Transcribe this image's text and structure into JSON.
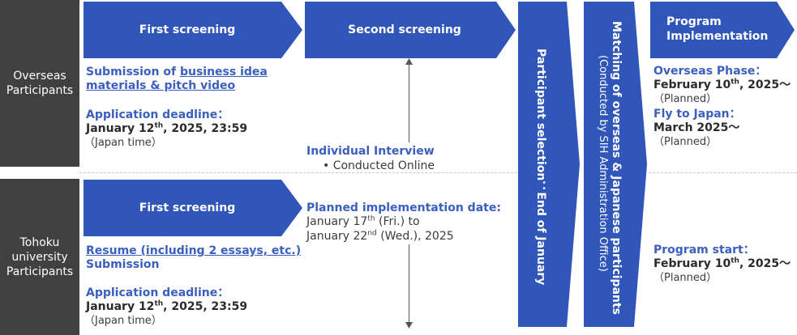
{
  "colors": {
    "blue": "#2f56b8",
    "label_bg": "#404040",
    "text_blue": "#3a5fbf"
  },
  "overseas_label": "Overseas\nParticipants",
  "tohoku_label": "Tohoku\nuniversity\nParticipants",
  "first_screening_top": "First screening",
  "first_screening_bottom": "First screening",
  "second_screening": "Second screening",
  "participant_selection": "Participant selection：End of January",
  "matching_title": "Matching of overseas & Japanese participants",
  "matching_sub": "(Conducted by SIH Administration Office)",
  "program_impl_line1": "Program",
  "program_impl_line2": "Implementation",
  "overseas": {
    "submission_prefix": "Submission of ",
    "submission_link1": "business idea",
    "submission_link2": "materials & pitch video",
    "deadline_label": "Application deadline：",
    "deadline_date_pre": "January 12",
    "deadline_date_sup": "th",
    "deadline_date_post": ", 2025, 23:59",
    "deadline_note": "（Japan time）"
  },
  "tohoku": {
    "resume_link": "Resume (including 2 essays, etc.)",
    "resume_submission": "Submission",
    "deadline_label": "Application deadline：",
    "deadline_date_pre": "January 12",
    "deadline_date_sup": "th",
    "deadline_date_post": ", 2025, 23:59",
    "deadline_note": "（Japan time）"
  },
  "second": {
    "interview_title": "Individual Interview",
    "interview_bullet": "• Conducted Online",
    "planned_title": "Planned implementation date:",
    "planned_line1_pre": "January 17",
    "planned_line1_sup": "th",
    "planned_line1_post": " (Fri.) to",
    "planned_line2_pre": "January 22",
    "planned_line2_sup": "nd",
    "planned_line2_post": " (Wed.), 2025"
  },
  "program": {
    "overseas_phase_label": "Overseas Phase：",
    "overseas_phase_date_pre": "February 10",
    "overseas_phase_date_sup": "th",
    "overseas_phase_date_post": ", 2025～",
    "overseas_phase_note": "（Planned）",
    "fly_label": "Fly to Japan：",
    "fly_date": "March 2025～",
    "fly_note": "（Planned）",
    "start_label": "Program start：",
    "start_date_pre": "February 10",
    "start_date_sup": "th",
    "start_date_post": ", 2025～",
    "start_note": "（Planned）"
  }
}
